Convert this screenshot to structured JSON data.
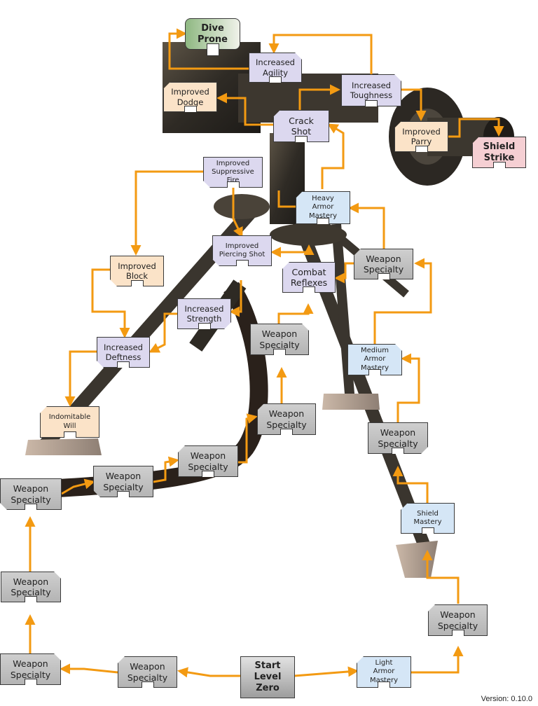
{
  "nodes": [
    {
      "id": "dive_prone",
      "label": "Dive\nProne"
    },
    {
      "id": "increased_agility",
      "label": "Increased\nAgility"
    },
    {
      "id": "improved_dodge",
      "label": "Improved\nDodge"
    },
    {
      "id": "increased_toughness",
      "label": "Increased\nToughness"
    },
    {
      "id": "crack_shot",
      "label": "Crack\nShot"
    },
    {
      "id": "improved_parry",
      "label": "Improved\nParry"
    },
    {
      "id": "shield_strike",
      "label": "Shield\nStrike"
    },
    {
      "id": "improved_suppressive_fire",
      "label": "Improved\nSuppressive\nFire"
    },
    {
      "id": "heavy_armor_mastery",
      "label": "Heavy\nArmor\nMastery"
    },
    {
      "id": "improved_piercing_shot",
      "label": "Improved\nPiercing Shot"
    },
    {
      "id": "combat_reflexes",
      "label": "Combat\nReflexes"
    },
    {
      "id": "weapon_specialty_r1",
      "label": "Weapon\nSpecialty"
    },
    {
      "id": "improved_block",
      "label": "Improved\nBlock"
    },
    {
      "id": "increased_strength",
      "label": "Increased\nStrength"
    },
    {
      "id": "increased_deftness",
      "label": "Increased\nDeftness"
    },
    {
      "id": "weapon_specialty_c1",
      "label": "Weapon\nSpecialty"
    },
    {
      "id": "medium_armor_mastery",
      "label": "Medium\nArmor\nMastery"
    },
    {
      "id": "indomitable_will",
      "label": "Indomitable\nWill"
    },
    {
      "id": "weapon_specialty_c2",
      "label": "Weapon\nSpecialty"
    },
    {
      "id": "weapon_specialty_r2",
      "label": "Weapon\nSpecialty"
    },
    {
      "id": "weapon_specialty_c3",
      "label": "Weapon\nSpecialty"
    },
    {
      "id": "weapon_specialty_m1",
      "label": "Weapon\nSpecialty"
    },
    {
      "id": "weapon_specialty_l1",
      "label": "Weapon\nSpecialty"
    },
    {
      "id": "shield_mastery",
      "label": "Shield\nMastery"
    },
    {
      "id": "weapon_specialty_l2",
      "label": "Weapon\nSpecialty"
    },
    {
      "id": "weapon_specialty_r3",
      "label": "Weapon\nSpecialty"
    },
    {
      "id": "weapon_specialty_l3",
      "label": "Weapon\nSpecialty"
    },
    {
      "id": "weapon_specialty_m2",
      "label": "Weapon\nSpecialty"
    },
    {
      "id": "start",
      "label": "Start\nLevel Zero"
    },
    {
      "id": "light_armor_mastery",
      "label": "Light\nArmor\nMastery"
    }
  ],
  "version": "Version: 0.10.0",
  "colors": {
    "connector": "#f39a12",
    "weapon_node": "#c6c6c6",
    "attribute_node": "#dcd8ef",
    "defense_node": "#fbe3c8",
    "armor_node": "#d5e6f6",
    "shield_node": "#f5cfd3"
  }
}
